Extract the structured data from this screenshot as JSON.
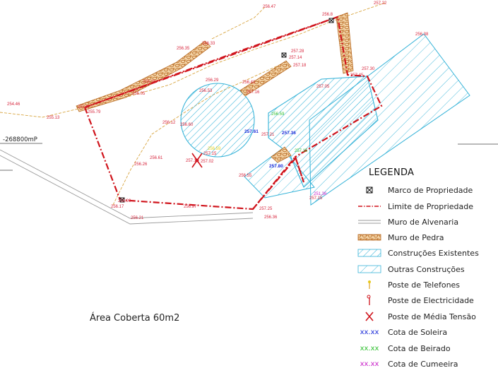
{
  "map": {
    "coordinate_label": "-268800mP",
    "area_caption": "Área Coberta 60m2",
    "elevations_red": [
      {
        "id": "e1",
        "text": "256.47"
      },
      {
        "id": "e2",
        "text": "256.8"
      },
      {
        "id": "e3",
        "text": "257.22"
      },
      {
        "id": "e4",
        "text": "256.33"
      },
      {
        "id": "e5",
        "text": "256.35"
      },
      {
        "id": "e6",
        "text": "257.28"
      },
      {
        "id": "e7",
        "text": "257.14"
      },
      {
        "id": "e8",
        "text": "257.18"
      },
      {
        "id": "e9",
        "text": "257.30"
      },
      {
        "id": "e10",
        "text": "257.45"
      },
      {
        "id": "e11",
        "text": "256.16"
      },
      {
        "id": "e12",
        "text": "256.05"
      },
      {
        "id": "e13",
        "text": "256.29"
      },
      {
        "id": "e14",
        "text": "256.53"
      },
      {
        "id": "e15",
        "text": "257.16"
      },
      {
        "id": "e16",
        "text": "256.42"
      },
      {
        "id": "e17",
        "text": "257.05"
      },
      {
        "id": "e18",
        "text": "254.46"
      },
      {
        "id": "e19",
        "text": "255.79"
      },
      {
        "id": "e20",
        "text": "255.13"
      },
      {
        "id": "e21",
        "text": "256.12"
      },
      {
        "id": "e22",
        "text": "256.60"
      },
      {
        "id": "e23",
        "text": "256.61"
      },
      {
        "id": "e24",
        "text": "256.26"
      },
      {
        "id": "e25",
        "text": "257.21"
      },
      {
        "id": "e26",
        "text": "257.02"
      },
      {
        "id": "e27",
        "text": "257.15"
      },
      {
        "id": "e28",
        "text": "257.14"
      },
      {
        "id": "e29",
        "text": "256.17"
      },
      {
        "id": "e30",
        "text": "256.21"
      },
      {
        "id": "e31",
        "text": "256.97"
      },
      {
        "id": "e32",
        "text": "257.25"
      },
      {
        "id": "e33",
        "text": "256.36"
      },
      {
        "id": "e34",
        "text": "256.55"
      },
      {
        "id": "e35",
        "text": "256.38"
      },
      {
        "id": "e36",
        "text": "256.99"
      },
      {
        "id": "e37",
        "text": "257.2"
      },
      {
        "id": "e38",
        "text": "257.15"
      }
    ],
    "elevations_blue": [
      {
        "id": "b1",
        "text": "257.61"
      },
      {
        "id": "b2",
        "text": "257.36"
      },
      {
        "id": "b3",
        "text": "257.80"
      }
    ],
    "elevations_green": [
      {
        "id": "g1",
        "text": "256.59"
      },
      {
        "id": "g2",
        "text": "257.15"
      }
    ],
    "elevations_magenta": [
      {
        "id": "m1",
        "text": "251.36"
      }
    ],
    "elevations_yellow": [
      {
        "id": "y1",
        "text": "256.59"
      }
    ]
  },
  "legend": {
    "title": "LEGENDA",
    "items": [
      {
        "key": "marco",
        "label": "Marco de Propriedade",
        "icon": "property-marker-icon"
      },
      {
        "key": "limite",
        "label": "Limite de Propriedade",
        "icon": "property-boundary-line"
      },
      {
        "key": "alvenaria",
        "label": "Muro de Alvenaria",
        "icon": "masonry-wall-line"
      },
      {
        "key": "pedra",
        "label": "Muro de Pedra",
        "icon": "stone-wall-swatch"
      },
      {
        "key": "construcoes",
        "label": "Construções Existentes",
        "icon": "existing-buildings-swatch"
      },
      {
        "key": "outras",
        "label": "Outras Construções",
        "icon": "other-buildings-swatch"
      },
      {
        "key": "telefones",
        "label": "Poste de Telefones",
        "icon": "phone-pole-icon"
      },
      {
        "key": "electricidade",
        "label": "Poste de Electricidade",
        "icon": "electric-pole-icon"
      },
      {
        "key": "media",
        "label": "Poste de Média Tensão",
        "icon": "medium-voltage-pole-icon"
      },
      {
        "key": "soleira",
        "label": "Cota de Soleira",
        "sample": "xx.xx",
        "color": "#1b2bd8"
      },
      {
        "key": "beirado",
        "label": "Cota de Beirado",
        "sample": "xx.xx",
        "color": "#2fbf2f"
      },
      {
        "key": "cumeeira",
        "label": "Cota de Cumeeira",
        "sample": "xx.xx",
        "color": "#c71fc7"
      }
    ]
  },
  "colors": {
    "boundary": "#d0141c",
    "stone": "#c8782c",
    "building": "#36b3d8",
    "road": "#d8a540",
    "masonry": "#9a9a9a"
  }
}
